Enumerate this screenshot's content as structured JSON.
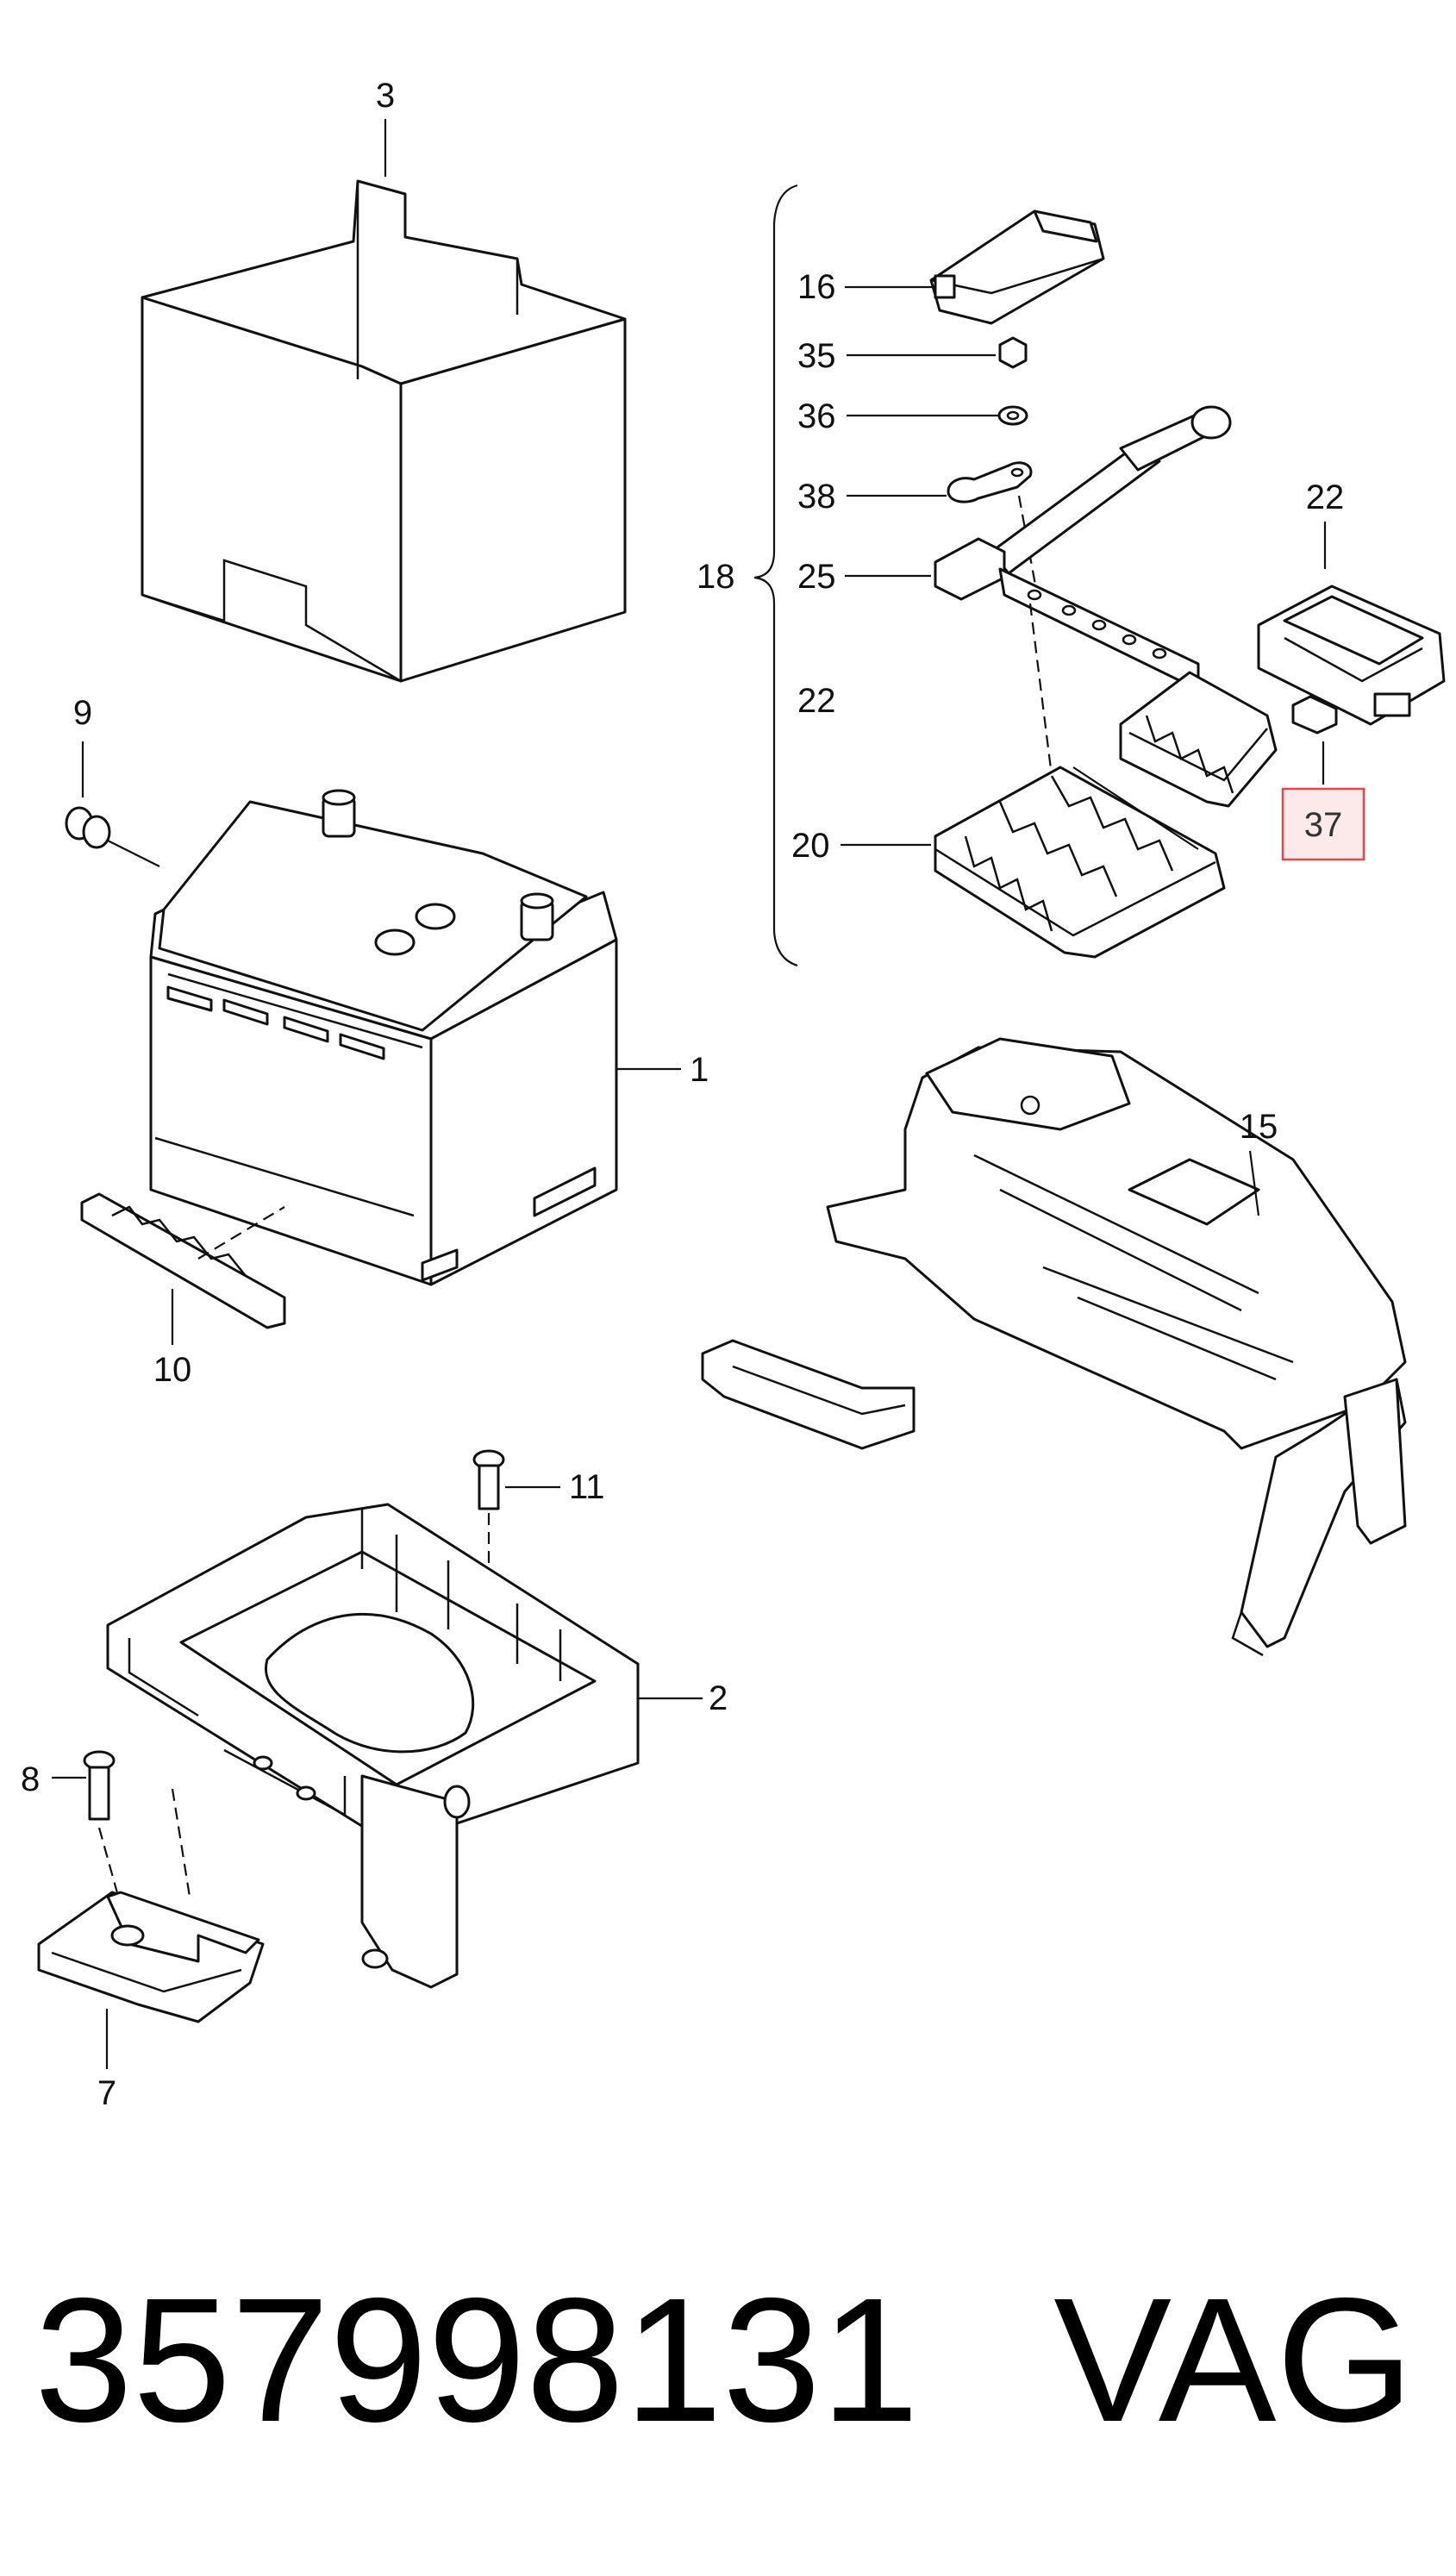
{
  "callouts": {
    "c1": "1",
    "c2": "2",
    "c3": "3",
    "c7": "7",
    "c8": "8",
    "c9": "9",
    "c10": "10",
    "c11": "11",
    "c15": "15",
    "c16": "16",
    "c18": "18",
    "c20": "20",
    "c22a": "22",
    "c22b": "22",
    "c25": "25",
    "c35": "35",
    "c36": "36",
    "c37": "37",
    "c38": "38"
  },
  "highlight": {
    "callout": "37",
    "color": "#e5474f",
    "fill": "#fce9ea"
  },
  "footer": {
    "part_number": "357998131",
    "brand": "VAG"
  }
}
